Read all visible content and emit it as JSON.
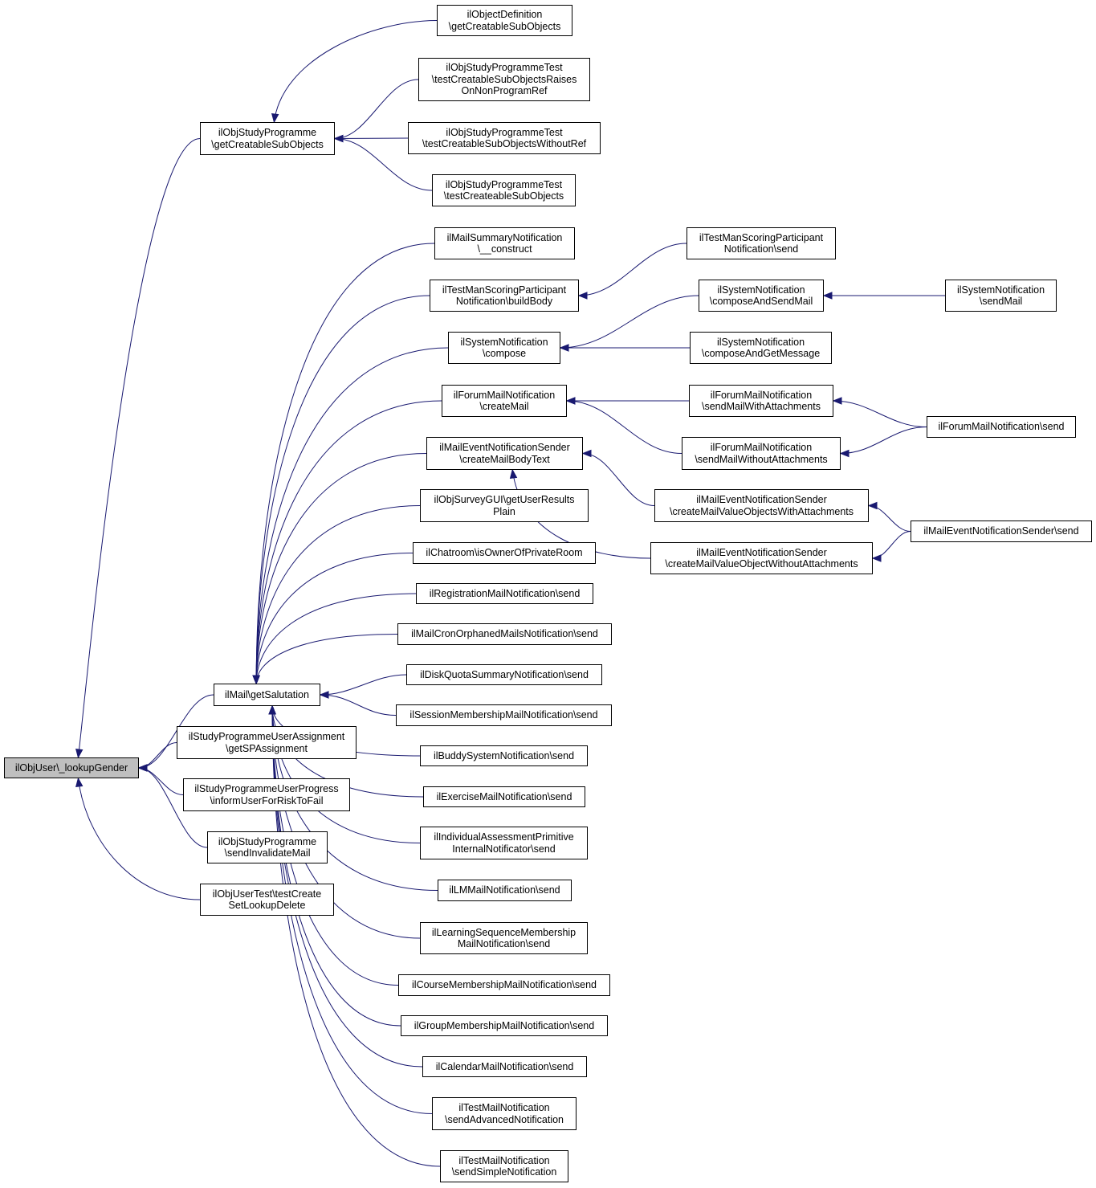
{
  "diagram": {
    "edge_color": "#191970",
    "root_fill": "#bfbfbf",
    "nodes": [
      {
        "id": "root",
        "lines": [
          "ilObjUser\\_lookupGender"
        ]
      },
      {
        "id": "sp_getcreatable",
        "lines": [
          "ilObjStudyProgramme",
          "\\getCreatableSubObjects"
        ]
      },
      {
        "id": "objdef_getcreatable",
        "lines": [
          "ilObjectDefinition",
          "\\getCreatableSubObjects"
        ]
      },
      {
        "id": "sptest_raises",
        "lines": [
          "ilObjStudyProgrammeTest",
          "\\testCreatableSubObjectsRaises",
          "OnNonProgramRef"
        ]
      },
      {
        "id": "sptest_withoutref",
        "lines": [
          "ilObjStudyProgrammeTest",
          "\\testCreatableSubObjectsWithoutRef"
        ]
      },
      {
        "id": "sptest_createable",
        "lines": [
          "ilObjStudyProgrammeTest",
          "\\testCreateableSubObjects"
        ]
      },
      {
        "id": "mail_getsalutation",
        "lines": [
          "ilMail\\getSalutation"
        ]
      },
      {
        "id": "spua_getspassignment",
        "lines": [
          "ilStudyProgrammeUserAssignment",
          "\\getSPAssignment"
        ]
      },
      {
        "id": "spup_inform",
        "lines": [
          "ilStudyProgrammeUserProgress",
          "\\informUserForRiskToFail"
        ]
      },
      {
        "id": "sp_sendinvalidate",
        "lines": [
          "ilObjStudyProgramme",
          "\\sendInvalidateMail"
        ]
      },
      {
        "id": "usertest_lookup",
        "lines": [
          "ilObjUserTest\\testCreate",
          "SetLookupDelete"
        ]
      },
      {
        "id": "mailsummary_construct",
        "lines": [
          "ilMailSummaryNotification",
          "\\__construct"
        ]
      },
      {
        "id": "tmsp_buildbody",
        "lines": [
          "ilTestManScoringParticipant",
          "Notification\\buildBody"
        ]
      },
      {
        "id": "sysnotif_compose",
        "lines": [
          "ilSystemNotification",
          "\\compose"
        ]
      },
      {
        "id": "forummail_createmail",
        "lines": [
          "ilForumMailNotification",
          "\\createMail"
        ]
      },
      {
        "id": "mailevent_createbody",
        "lines": [
          "ilMailEventNotificationSender",
          "\\createMailBodyText"
        ]
      },
      {
        "id": "surveygui_results",
        "lines": [
          "ilObjSurveyGUI\\getUserResults",
          "Plain"
        ]
      },
      {
        "id": "chatroom_isowner",
        "lines": [
          "ilChatroom\\isOwnerOfPrivateRoom"
        ]
      },
      {
        "id": "registration_send",
        "lines": [
          "ilRegistrationMailNotification\\send"
        ]
      },
      {
        "id": "mailcron_send",
        "lines": [
          "ilMailCronOrphanedMailsNotification\\send"
        ]
      },
      {
        "id": "diskquota_send",
        "lines": [
          "ilDiskQuotaSummaryNotification\\send"
        ]
      },
      {
        "id": "session_send",
        "lines": [
          "ilSessionMembershipMailNotification\\send"
        ]
      },
      {
        "id": "buddy_send",
        "lines": [
          "ilBuddySystemNotification\\send"
        ]
      },
      {
        "id": "exercise_send",
        "lines": [
          "ilExerciseMailNotification\\send"
        ]
      },
      {
        "id": "iass_send",
        "lines": [
          "ilIndividualAssessmentPrimitive",
          "InternalNotificator\\send"
        ]
      },
      {
        "id": "lm_send",
        "lines": [
          "ilLMMailNotification\\send"
        ]
      },
      {
        "id": "lso_send",
        "lines": [
          "ilLearningSequenceMembership",
          "MailNotification\\send"
        ]
      },
      {
        "id": "course_send",
        "lines": [
          "ilCourseMembershipMailNotification\\send"
        ]
      },
      {
        "id": "group_send",
        "lines": [
          "ilGroupMembershipMailNotification\\send"
        ]
      },
      {
        "id": "calendar_send",
        "lines": [
          "ilCalendarMailNotification\\send"
        ]
      },
      {
        "id": "testmail_advanced",
        "lines": [
          "ilTestMailNotification",
          "\\sendAdvancedNotification"
        ]
      },
      {
        "id": "testmail_simple",
        "lines": [
          "ilTestMailNotification",
          "\\sendSimpleNotification"
        ]
      },
      {
        "id": "tmsp_send",
        "lines": [
          "ilTestManScoringParticipant",
          "Notification\\send"
        ]
      },
      {
        "id": "sysnotif_composesend",
        "lines": [
          "ilSystemNotification",
          "\\composeAndSendMail"
        ]
      },
      {
        "id": "sysnotif_composeget",
        "lines": [
          "ilSystemNotification",
          "\\composeAndGetMessage"
        ]
      },
      {
        "id": "sysnotif_sendmail",
        "lines": [
          "ilSystemNotification",
          "\\sendMail"
        ]
      },
      {
        "id": "forummail_withatt",
        "lines": [
          "ilForumMailNotification",
          "\\sendMailWithAttachments"
        ]
      },
      {
        "id": "forummail_withoutatt",
        "lines": [
          "ilForumMailNotification",
          "\\sendMailWithoutAttachments"
        ]
      },
      {
        "id": "forummail_send",
        "lines": [
          "ilForumMailNotification\\send"
        ]
      },
      {
        "id": "mailevent_valueswith",
        "lines": [
          "ilMailEventNotificationSender",
          "\\createMailValueObjectsWithAttachments"
        ]
      },
      {
        "id": "mailevent_valuewithout",
        "lines": [
          "ilMailEventNotificationSender",
          "\\createMailValueObjectWithoutAttachments"
        ]
      },
      {
        "id": "mailevent_send",
        "lines": [
          "ilMailEventNotificationSender\\send"
        ]
      }
    ],
    "edges": [
      [
        "sp_getcreatable",
        "root"
      ],
      [
        "mail_getsalutation",
        "root"
      ],
      [
        "spua_getspassignment",
        "root"
      ],
      [
        "spup_inform",
        "root"
      ],
      [
        "sp_sendinvalidate",
        "root"
      ],
      [
        "usertest_lookup",
        "root"
      ],
      [
        "objdef_getcreatable",
        "sp_getcreatable"
      ],
      [
        "sptest_raises",
        "sp_getcreatable"
      ],
      [
        "sptest_withoutref",
        "sp_getcreatable"
      ],
      [
        "sptest_createable",
        "sp_getcreatable"
      ],
      [
        "mailsummary_construct",
        "mail_getsalutation"
      ],
      [
        "tmsp_buildbody",
        "mail_getsalutation"
      ],
      [
        "sysnotif_compose",
        "mail_getsalutation"
      ],
      [
        "forummail_createmail",
        "mail_getsalutation"
      ],
      [
        "mailevent_createbody",
        "mail_getsalutation"
      ],
      [
        "surveygui_results",
        "mail_getsalutation"
      ],
      [
        "chatroom_isowner",
        "mail_getsalutation"
      ],
      [
        "registration_send",
        "mail_getsalutation"
      ],
      [
        "mailcron_send",
        "mail_getsalutation"
      ],
      [
        "diskquota_send",
        "mail_getsalutation"
      ],
      [
        "session_send",
        "mail_getsalutation"
      ],
      [
        "buddy_send",
        "mail_getsalutation"
      ],
      [
        "exercise_send",
        "mail_getsalutation"
      ],
      [
        "iass_send",
        "mail_getsalutation"
      ],
      [
        "lm_send",
        "mail_getsalutation"
      ],
      [
        "lso_send",
        "mail_getsalutation"
      ],
      [
        "course_send",
        "mail_getsalutation"
      ],
      [
        "group_send",
        "mail_getsalutation"
      ],
      [
        "calendar_send",
        "mail_getsalutation"
      ],
      [
        "testmail_advanced",
        "mail_getsalutation"
      ],
      [
        "testmail_simple",
        "mail_getsalutation"
      ],
      [
        "tmsp_send",
        "tmsp_buildbody"
      ],
      [
        "sysnotif_composesend",
        "sysnotif_compose"
      ],
      [
        "sysnotif_composeget",
        "sysnotif_compose"
      ],
      [
        "sysnotif_sendmail",
        "sysnotif_composesend"
      ],
      [
        "forummail_withatt",
        "forummail_createmail"
      ],
      [
        "forummail_withoutatt",
        "forummail_createmail"
      ],
      [
        "forummail_send",
        "forummail_withatt"
      ],
      [
        "forummail_send",
        "forummail_withoutatt"
      ],
      [
        "mailevent_valueswith",
        "mailevent_createbody"
      ],
      [
        "mailevent_valuewithout",
        "mailevent_createbody"
      ],
      [
        "mailevent_send",
        "mailevent_valueswith"
      ],
      [
        "mailevent_send",
        "mailevent_valuewithout"
      ]
    ]
  }
}
